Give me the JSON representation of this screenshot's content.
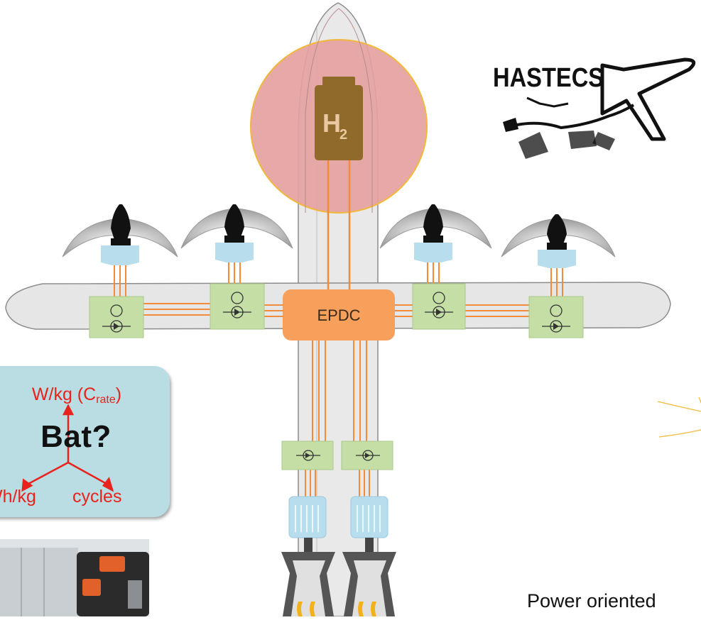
{
  "diagram": {
    "logo_text": "HASTECS",
    "fuel_label": "H",
    "fuel_subscript": "2",
    "hub_label": "EPDC",
    "battery_box": {
      "top_label": "W/kg (C",
      "top_subscript": "rate",
      "top_suffix": ")",
      "center_label": "Bat?",
      "left_label": "Wh/kg",
      "right_label": "cycles"
    },
    "caption": "Power oriented"
  },
  "colors": {
    "h2_circle": "#e4a2a0",
    "h2_circle_border": "#f2b83a",
    "tank": "#8f6a2a",
    "hub": "#f6a05b",
    "converter": "#c5dea5",
    "motor": "#b8dded",
    "cable": "#f28b3a",
    "battery_box": "#b9dde3",
    "battery_text": "#e8231e"
  }
}
